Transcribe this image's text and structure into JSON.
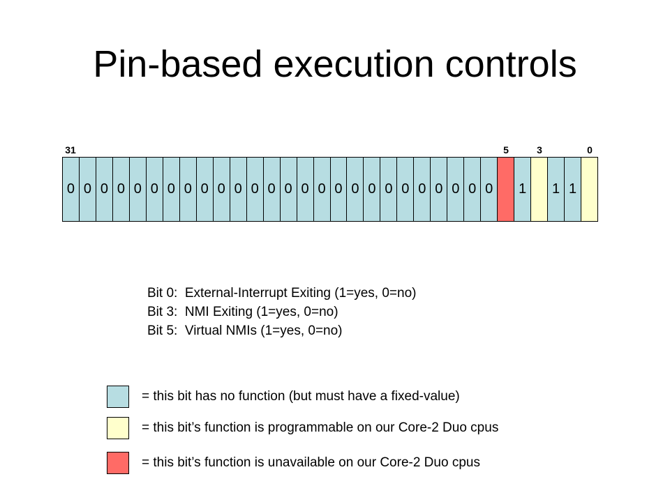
{
  "title": "Pin-based execution controls",
  "colors": {
    "no_function": "#b7dde2",
    "programmable": "#ffffcc",
    "unavailable": "#ff6b66"
  },
  "bit_number_labels": [
    {
      "bit": 31,
      "text": "31"
    },
    {
      "bit": 5,
      "text": "5"
    },
    {
      "bit": 3,
      "text": "3"
    },
    {
      "bit": 0,
      "text": "0"
    }
  ],
  "bits": [
    {
      "bit": 31,
      "value": "0",
      "type": "no_function"
    },
    {
      "bit": 30,
      "value": "0",
      "type": "no_function"
    },
    {
      "bit": 29,
      "value": "0",
      "type": "no_function"
    },
    {
      "bit": 28,
      "value": "0",
      "type": "no_function"
    },
    {
      "bit": 27,
      "value": "0",
      "type": "no_function"
    },
    {
      "bit": 26,
      "value": "0",
      "type": "no_function"
    },
    {
      "bit": 25,
      "value": "0",
      "type": "no_function"
    },
    {
      "bit": 24,
      "value": "0",
      "type": "no_function"
    },
    {
      "bit": 23,
      "value": "0",
      "type": "no_function"
    },
    {
      "bit": 22,
      "value": "0",
      "type": "no_function"
    },
    {
      "bit": 21,
      "value": "0",
      "type": "no_function"
    },
    {
      "bit": 20,
      "value": "0",
      "type": "no_function"
    },
    {
      "bit": 19,
      "value": "0",
      "type": "no_function"
    },
    {
      "bit": 18,
      "value": "0",
      "type": "no_function"
    },
    {
      "bit": 17,
      "value": "0",
      "type": "no_function"
    },
    {
      "bit": 16,
      "value": "0",
      "type": "no_function"
    },
    {
      "bit": 15,
      "value": "0",
      "type": "no_function"
    },
    {
      "bit": 14,
      "value": "0",
      "type": "no_function"
    },
    {
      "bit": 13,
      "value": "0",
      "type": "no_function"
    },
    {
      "bit": 12,
      "value": "0",
      "type": "no_function"
    },
    {
      "bit": 11,
      "value": "0",
      "type": "no_function"
    },
    {
      "bit": 10,
      "value": "0",
      "type": "no_function"
    },
    {
      "bit": 9,
      "value": "0",
      "type": "no_function"
    },
    {
      "bit": 8,
      "value": "0",
      "type": "no_function"
    },
    {
      "bit": 7,
      "value": "0",
      "type": "no_function"
    },
    {
      "bit": 6,
      "value": "0",
      "type": "no_function"
    },
    {
      "bit": 5,
      "value": "",
      "type": "unavailable"
    },
    {
      "bit": 4,
      "value": "1",
      "type": "no_function"
    },
    {
      "bit": 3,
      "value": "",
      "type": "programmable"
    },
    {
      "bit": 2,
      "value": "1",
      "type": "no_function"
    },
    {
      "bit": 1,
      "value": "1",
      "type": "no_function"
    },
    {
      "bit": 0,
      "value": "",
      "type": "programmable"
    }
  ],
  "descriptions": [
    {
      "prefix": "Bit 0:",
      "text": "External-Interrupt Exiting (1=yes, 0=no)"
    },
    {
      "prefix": "Bit 3:",
      "text": "NMI Exiting (1=yes, 0=no)"
    },
    {
      "prefix": "Bit 5:",
      "text": "Virtual NMIs (1=yes, 0=no)"
    }
  ],
  "legend": [
    {
      "type": "no_function",
      "text": "= this bit has no function (but must have a fixed-value)"
    },
    {
      "type": "programmable",
      "text": "= this bit’s function is programmable on our Core-2 Duo cpus"
    },
    {
      "type": "unavailable",
      "text": "= this bit’s function is unavailable on our Core-2 Duo cpus"
    }
  ]
}
